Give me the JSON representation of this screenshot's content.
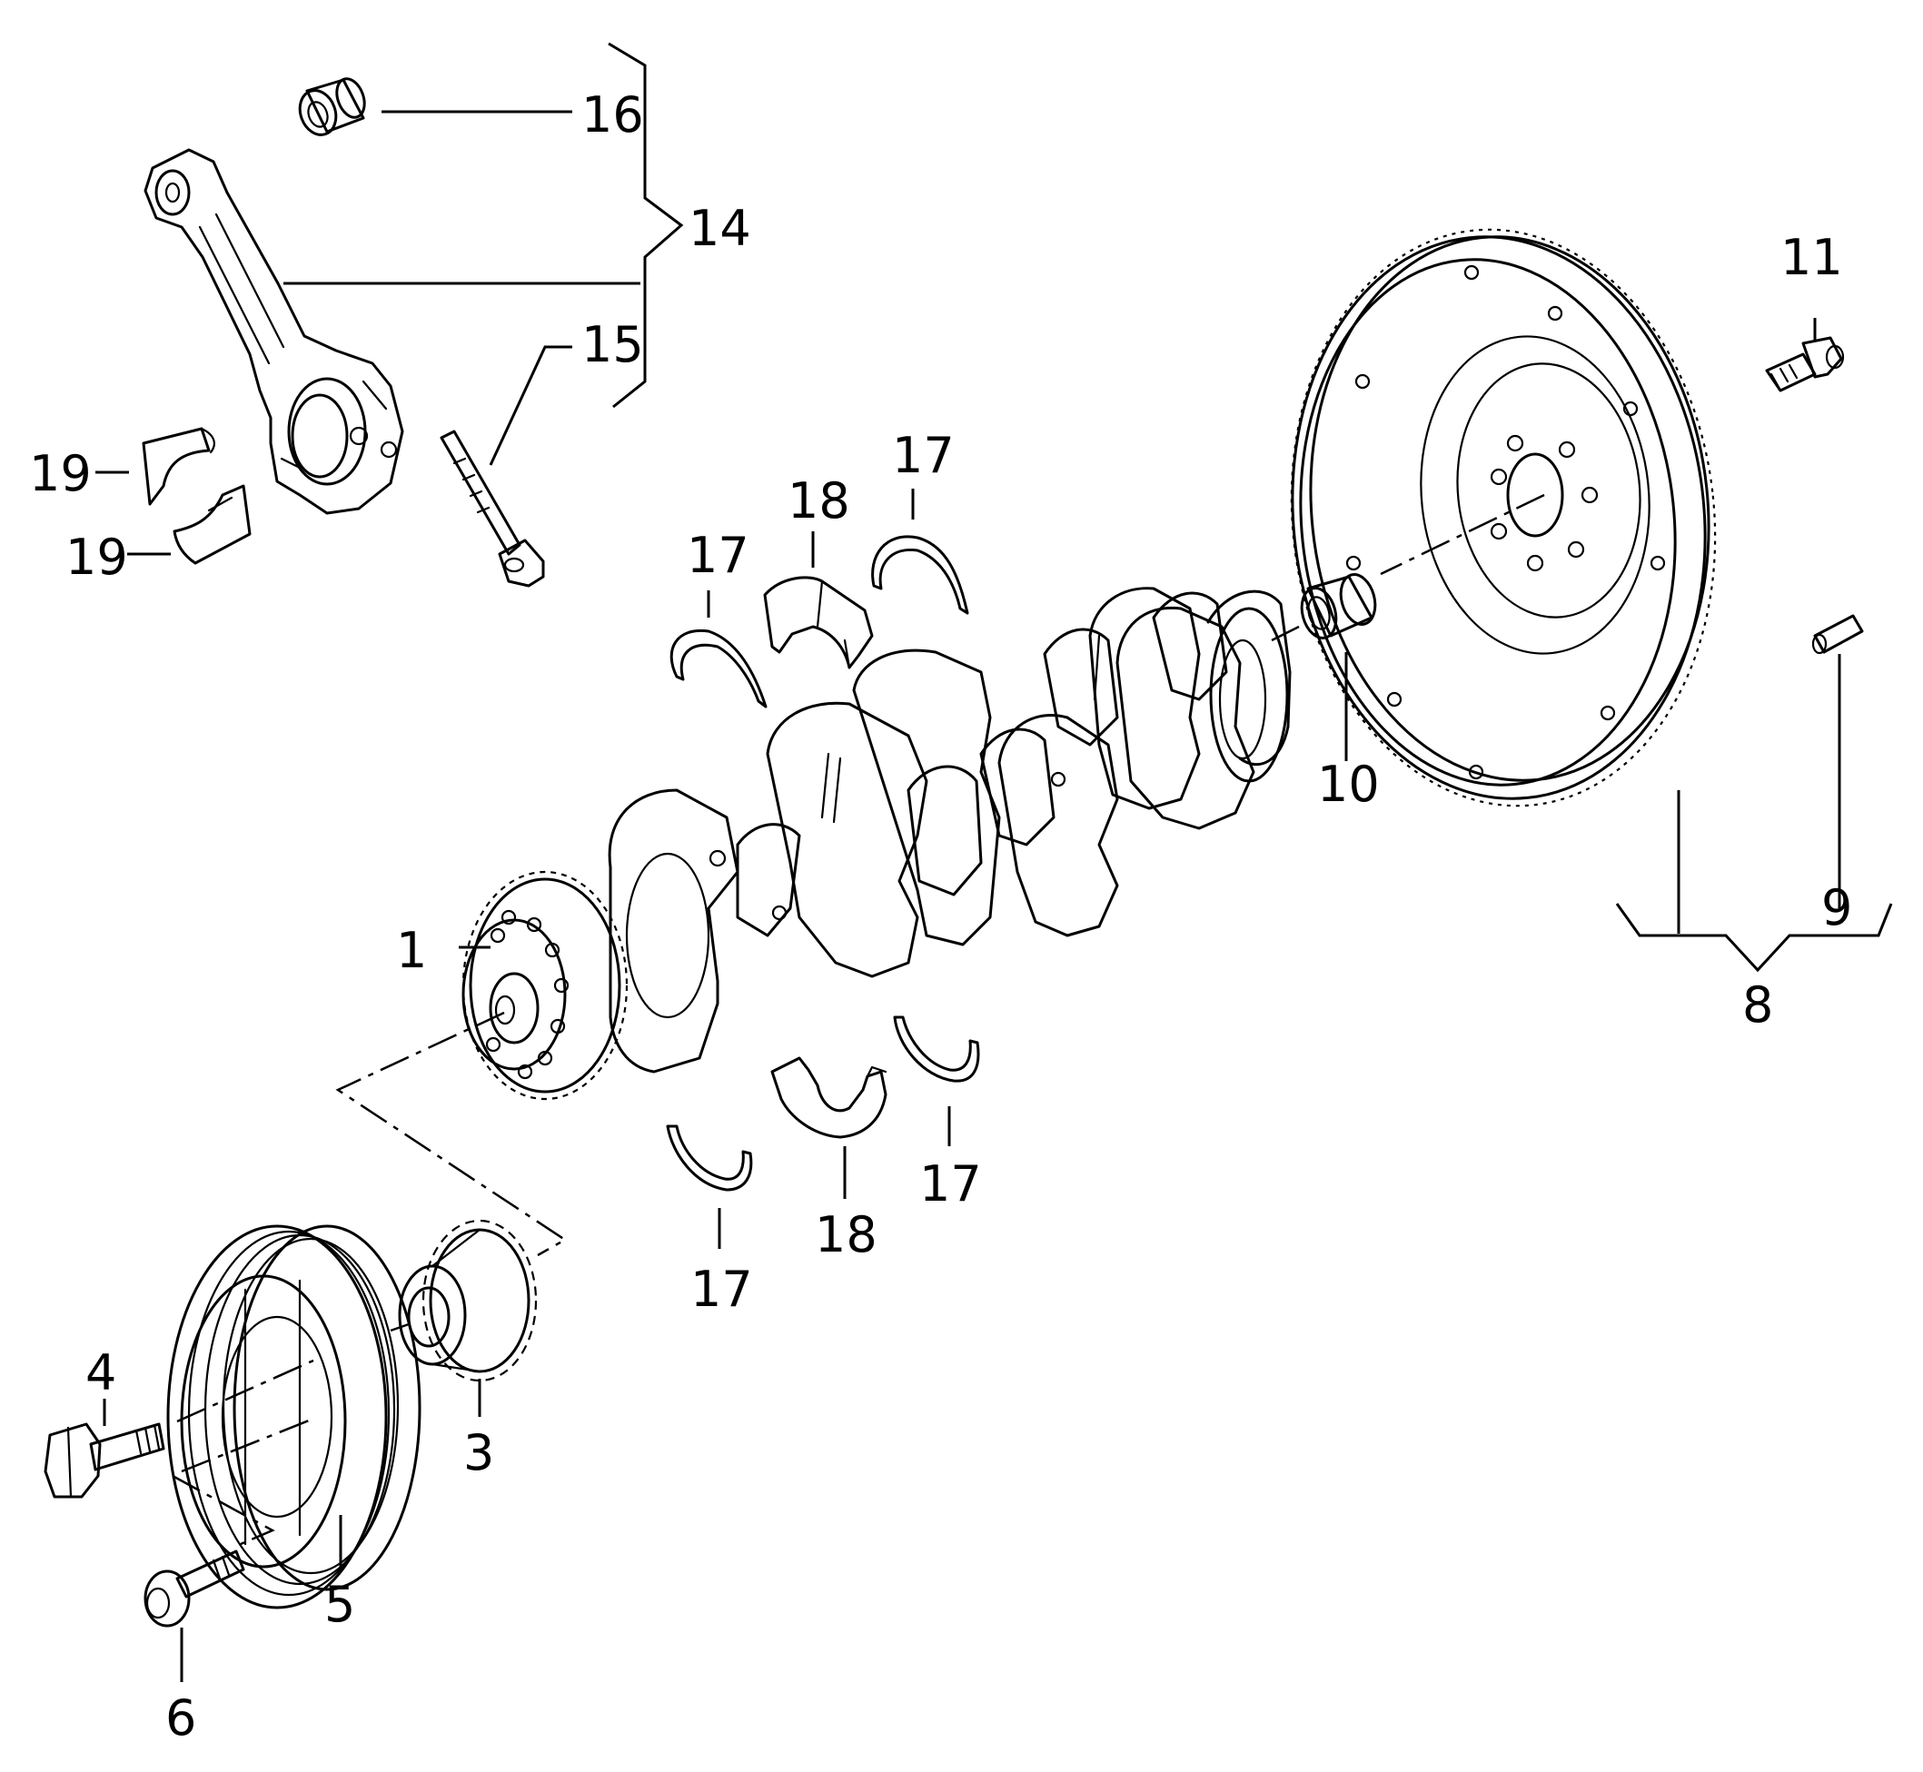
{
  "callouts": {
    "n1": "1",
    "n3": "3",
    "n4": "4",
    "n5": "5",
    "n6": "6",
    "n8": "8",
    "n9": "9",
    "n10": "10",
    "n11": "11",
    "n14": "14",
    "n15": "15",
    "n16": "16",
    "n17a": "17",
    "n17b": "17",
    "n17c": "17",
    "n17d": "17",
    "n18a": "18",
    "n18b": "18",
    "n19a": "19",
    "n19b": "19"
  }
}
